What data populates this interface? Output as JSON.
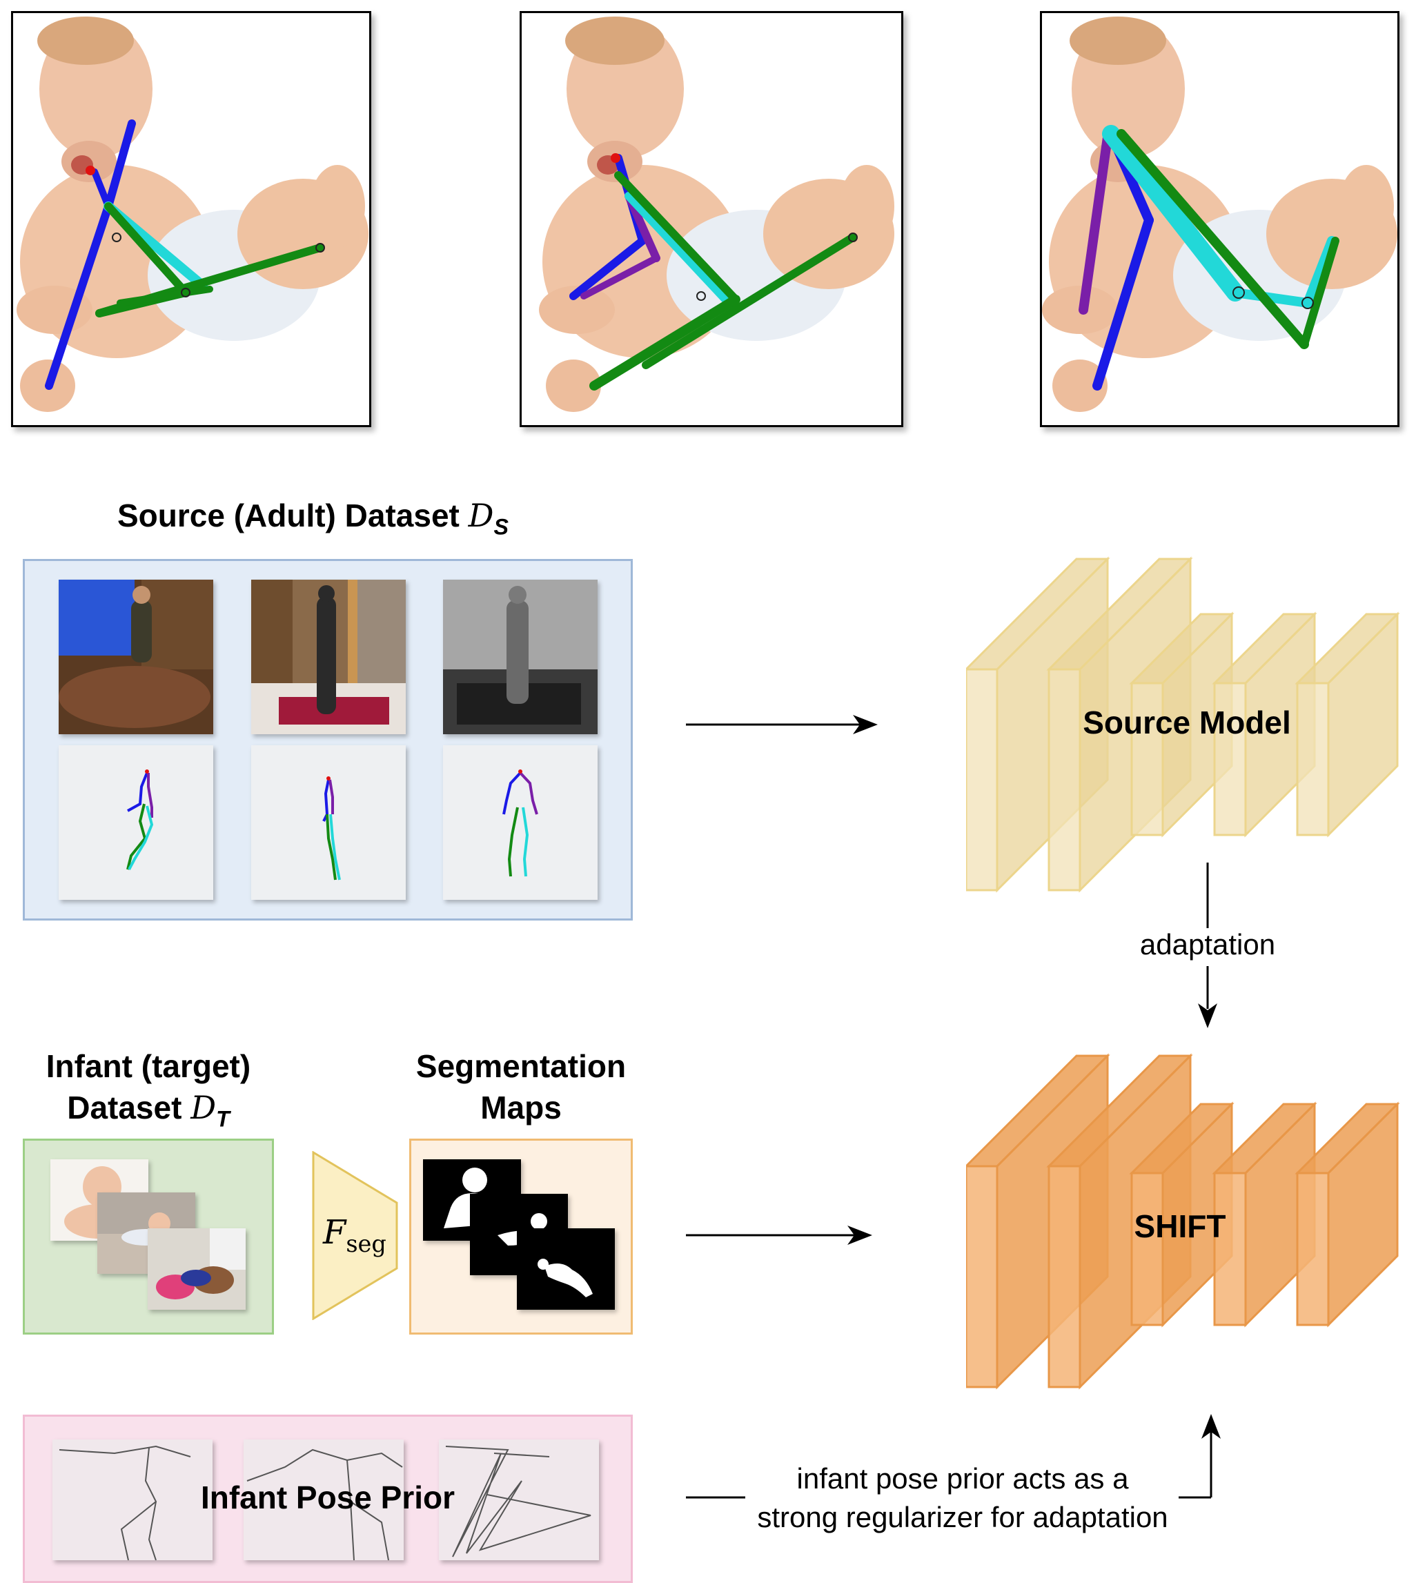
{
  "source_dataset": {
    "title": "Source (Adult) Dataset",
    "symbol": "D",
    "subscript": "S",
    "colors": {
      "fill": "#e3ecf7",
      "border": "#9fb8d8"
    }
  },
  "infant_dataset": {
    "title_line1": "Infant (target)",
    "title_line2": "Dataset",
    "symbol": "D",
    "subscript": "T",
    "colors": {
      "fill": "#d9e8cf",
      "border": "#9ccf85"
    }
  },
  "segmenter": {
    "symbol": "F",
    "subscript": "seg",
    "colors": {
      "fill": "#fbefc4",
      "border": "#e2c35c"
    }
  },
  "segmentation_maps": {
    "title_line1": "Segmentation",
    "title_line2": "Maps",
    "colors": {
      "fill": "#fdf0e1",
      "border": "#f0bb72"
    }
  },
  "pose_prior": {
    "label": "Infant Pose Prior",
    "colors": {
      "fill": "#f9e1ec",
      "border": "#f2bcd3"
    }
  },
  "source_model": {
    "label": "Source Model",
    "colors": {
      "front": "#f1e2b7",
      "side": "#e9d49a",
      "border": "#ecd58c"
    }
  },
  "shift_model": {
    "label": "SHIFT",
    "colors": {
      "front": "#f4b477",
      "side": "#ec9f55",
      "border": "#e89748"
    }
  },
  "adaptation_label": "adaptation",
  "prior_note": {
    "line1": "infant pose prior acts as a",
    "line2": "strong regularizer for adaptation"
  },
  "pose_colors": {
    "blue": "#1a1ae6",
    "green": "#138a13",
    "cyan": "#22d8d8",
    "purple": "#7a1fa8",
    "red": "#e01010"
  }
}
